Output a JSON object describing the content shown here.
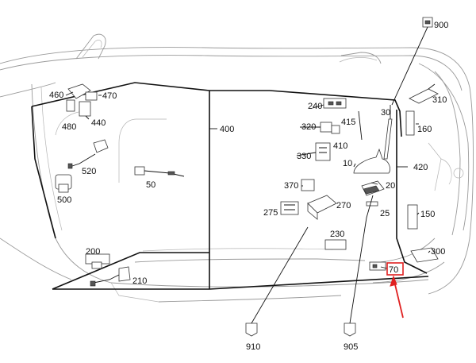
{
  "diagram": {
    "parts": [
      {
        "id": "p900",
        "label": "900"
      },
      {
        "id": "p460",
        "label": "460"
      },
      {
        "id": "p470",
        "label": "470"
      },
      {
        "id": "p480",
        "label": "480"
      },
      {
        "id": "p440",
        "label": "440"
      },
      {
        "id": "p240",
        "label": "240"
      },
      {
        "id": "p30",
        "label": "30"
      },
      {
        "id": "p310",
        "label": "310"
      },
      {
        "id": "p415",
        "label": "415"
      },
      {
        "id": "p320",
        "label": "320"
      },
      {
        "id": "p400",
        "label": "400"
      },
      {
        "id": "p160",
        "label": "160"
      },
      {
        "id": "p410",
        "label": "410"
      },
      {
        "id": "p330",
        "label": "330"
      },
      {
        "id": "p520",
        "label": "520"
      },
      {
        "id": "p10",
        "label": "10"
      },
      {
        "id": "p420",
        "label": "420"
      },
      {
        "id": "p50",
        "label": "50"
      },
      {
        "id": "p370",
        "label": "370"
      },
      {
        "id": "p20",
        "label": "20"
      },
      {
        "id": "p500",
        "label": "500"
      },
      {
        "id": "p275",
        "label": "275"
      },
      {
        "id": "p270",
        "label": "270"
      },
      {
        "id": "p25",
        "label": "25"
      },
      {
        "id": "p150",
        "label": "150"
      },
      {
        "id": "p230",
        "label": "230"
      },
      {
        "id": "p200",
        "label": "200"
      },
      {
        "id": "p300",
        "label": "300"
      },
      {
        "id": "p210",
        "label": "210"
      },
      {
        "id": "p70",
        "label": "70"
      },
      {
        "id": "p910",
        "label": "910"
      },
      {
        "id": "p905",
        "label": "905"
      }
    ],
    "highlight": {
      "part": "70",
      "color": "#e02020"
    }
  }
}
